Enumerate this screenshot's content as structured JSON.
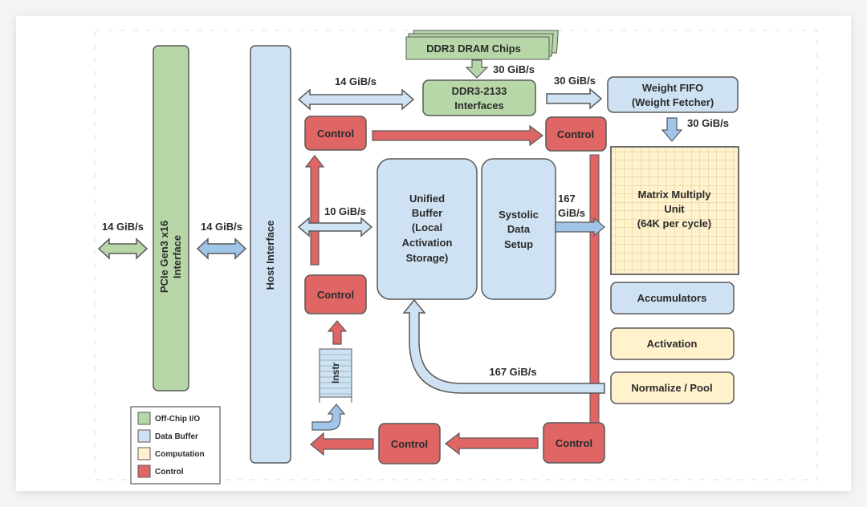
{
  "colors": {
    "off_chip_io": "#b7d7a8",
    "data_buffer": "#cfe2f3",
    "computation": "#fff2cc",
    "control": "#e06666",
    "stroke": "#595959",
    "dark_blue_arrow": "#9fc5e8"
  },
  "blocks": {
    "ddr3_chips": "DDR3 DRAM Chips",
    "ddr3_interfaces": [
      "DDR3-2133",
      "Interfaces"
    ],
    "weight_fifo": [
      "Weight FIFO",
      "(Weight Fetcher)"
    ],
    "matrix_multiply": [
      "Matrix Multiply",
      "Unit",
      "(64K per cycle)"
    ],
    "accumulators": "Accumulators",
    "activation": "Activation",
    "normalize_pool": "Normalize / Pool",
    "pcie": [
      "PCIe Gen3 x16",
      "Interface"
    ],
    "host_interface": "Host Interface",
    "unified_buffer": [
      "Unified",
      "Buffer",
      "(Local",
      "Activation",
      "Storage)"
    ],
    "systolic": [
      "Systolic",
      "Data",
      "Setup"
    ],
    "instr": "Instr",
    "control": "Control"
  },
  "bandwidths": {
    "external": "14 GiB/s",
    "pcie_host": "14 GiB/s",
    "host_ddr": "14 GiB/s",
    "dram_to_iface": "30 GiB/s",
    "iface_to_fifo": "30 GiB/s",
    "fifo_to_mmu": "30 GiB/s",
    "host_ub": "10 GiB/s",
    "systolic_mmu": [
      "167",
      "GiB/s"
    ],
    "pool_to_ub": "167 GiB/s"
  },
  "legend": [
    {
      "label": "Off-Chip I/O",
      "color": "#b7d7a8"
    },
    {
      "label": "Data Buffer",
      "color": "#cfe2f3"
    },
    {
      "label": "Computation",
      "color": "#fff2cc"
    },
    {
      "label": "Control",
      "color": "#e06666"
    }
  ]
}
